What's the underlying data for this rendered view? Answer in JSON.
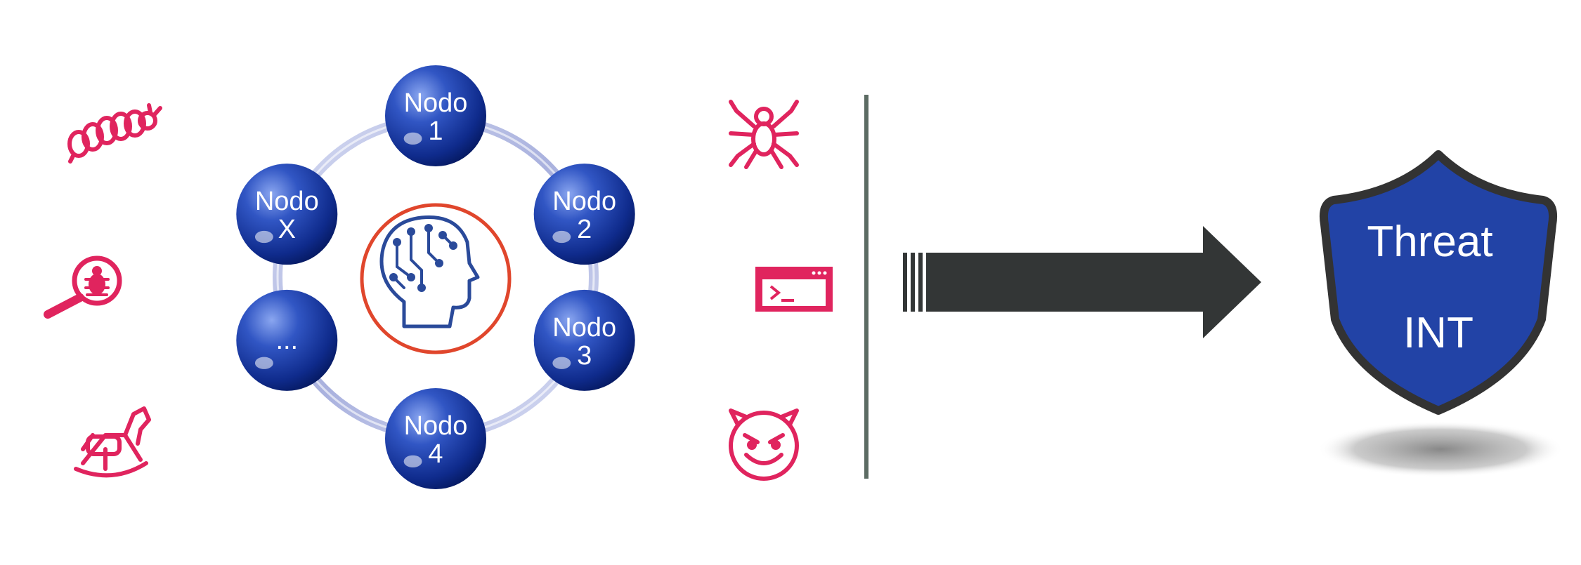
{
  "colors": {
    "threat_icon": "#e0245e",
    "node_dark": "#0d2a8a",
    "node_light": "#5a7ee0",
    "ring": "#b8bfe6",
    "brain_outline": "#2a4a9a",
    "brain_ring": "#e0462c",
    "arrow": "#333636",
    "divider": "#5c6b63",
    "shield_fill": "#2243a6",
    "shield_border": "#333333"
  },
  "threat_icons_left": [
    {
      "icon": "caterpillar-worm-icon"
    },
    {
      "icon": "magnifier-bug-icon"
    },
    {
      "icon": "rocking-horse-trojan-icon"
    }
  ],
  "threat_icons_right": [
    {
      "icon": "spider-icon"
    },
    {
      "icon": "terminal-window-icon"
    },
    {
      "icon": "devil-face-icon"
    }
  ],
  "center_icon": "ai-brain-head-icon",
  "nodes": [
    {
      "line1": "Nodo",
      "line2": "1"
    },
    {
      "line1": "Nodo",
      "line2": "2"
    },
    {
      "line1": "Nodo",
      "line2": "3"
    },
    {
      "line1": "Nodo",
      "line2": "4"
    },
    {
      "line1": "",
      "line2": "..."
    },
    {
      "line1": "Nodo",
      "line2": "X"
    }
  ],
  "shield": {
    "line1": "Threat",
    "line2": "INT"
  }
}
